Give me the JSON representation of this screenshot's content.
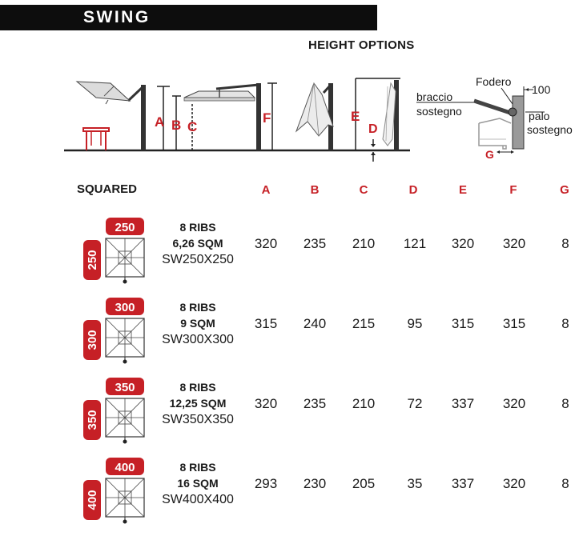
{
  "header": {
    "title": "SWING"
  },
  "diagram": {
    "title": "HEIGHT OPTIONS",
    "dim_labels": [
      "A",
      "B",
      "C",
      "F",
      "E",
      "D"
    ],
    "parts": {
      "arm": "braccio\nsostegno",
      "arm_line1": "braccio",
      "arm_line2": "sostegno",
      "sleeve": "Fodero",
      "gap": "100",
      "pole_line1": "palo",
      "pole_line2": "sostegno",
      "g_label": "G"
    },
    "accent": "#c62026"
  },
  "table": {
    "section_label": "SQUARED",
    "columns": [
      "A",
      "B",
      "C",
      "D",
      "E",
      "F",
      "G"
    ],
    "rows": [
      {
        "size": "250",
        "ribs": "8 RIBS",
        "sqm": "6,26 SQM",
        "code": "SW250X250",
        "values": [
          "320",
          "235",
          "210",
          "121",
          "320",
          "320",
          "8"
        ]
      },
      {
        "size": "300",
        "ribs": "8 RIBS",
        "sqm": "9 SQM",
        "code": "SW300X300",
        "values": [
          "315",
          "240",
          "215",
          "95",
          "315",
          "315",
          "8"
        ]
      },
      {
        "size": "350",
        "ribs": "8 RIBS",
        "sqm": "12,25 SQM",
        "code": "SW350X350",
        "values": [
          "320",
          "235",
          "210",
          "72",
          "337",
          "320",
          "8"
        ]
      },
      {
        "size": "400",
        "ribs": "8 RIBS",
        "sqm": "16 SQM",
        "code": "SW400X400",
        "values": [
          "293",
          "230",
          "205",
          "35",
          "337",
          "320",
          "8"
        ]
      }
    ]
  }
}
